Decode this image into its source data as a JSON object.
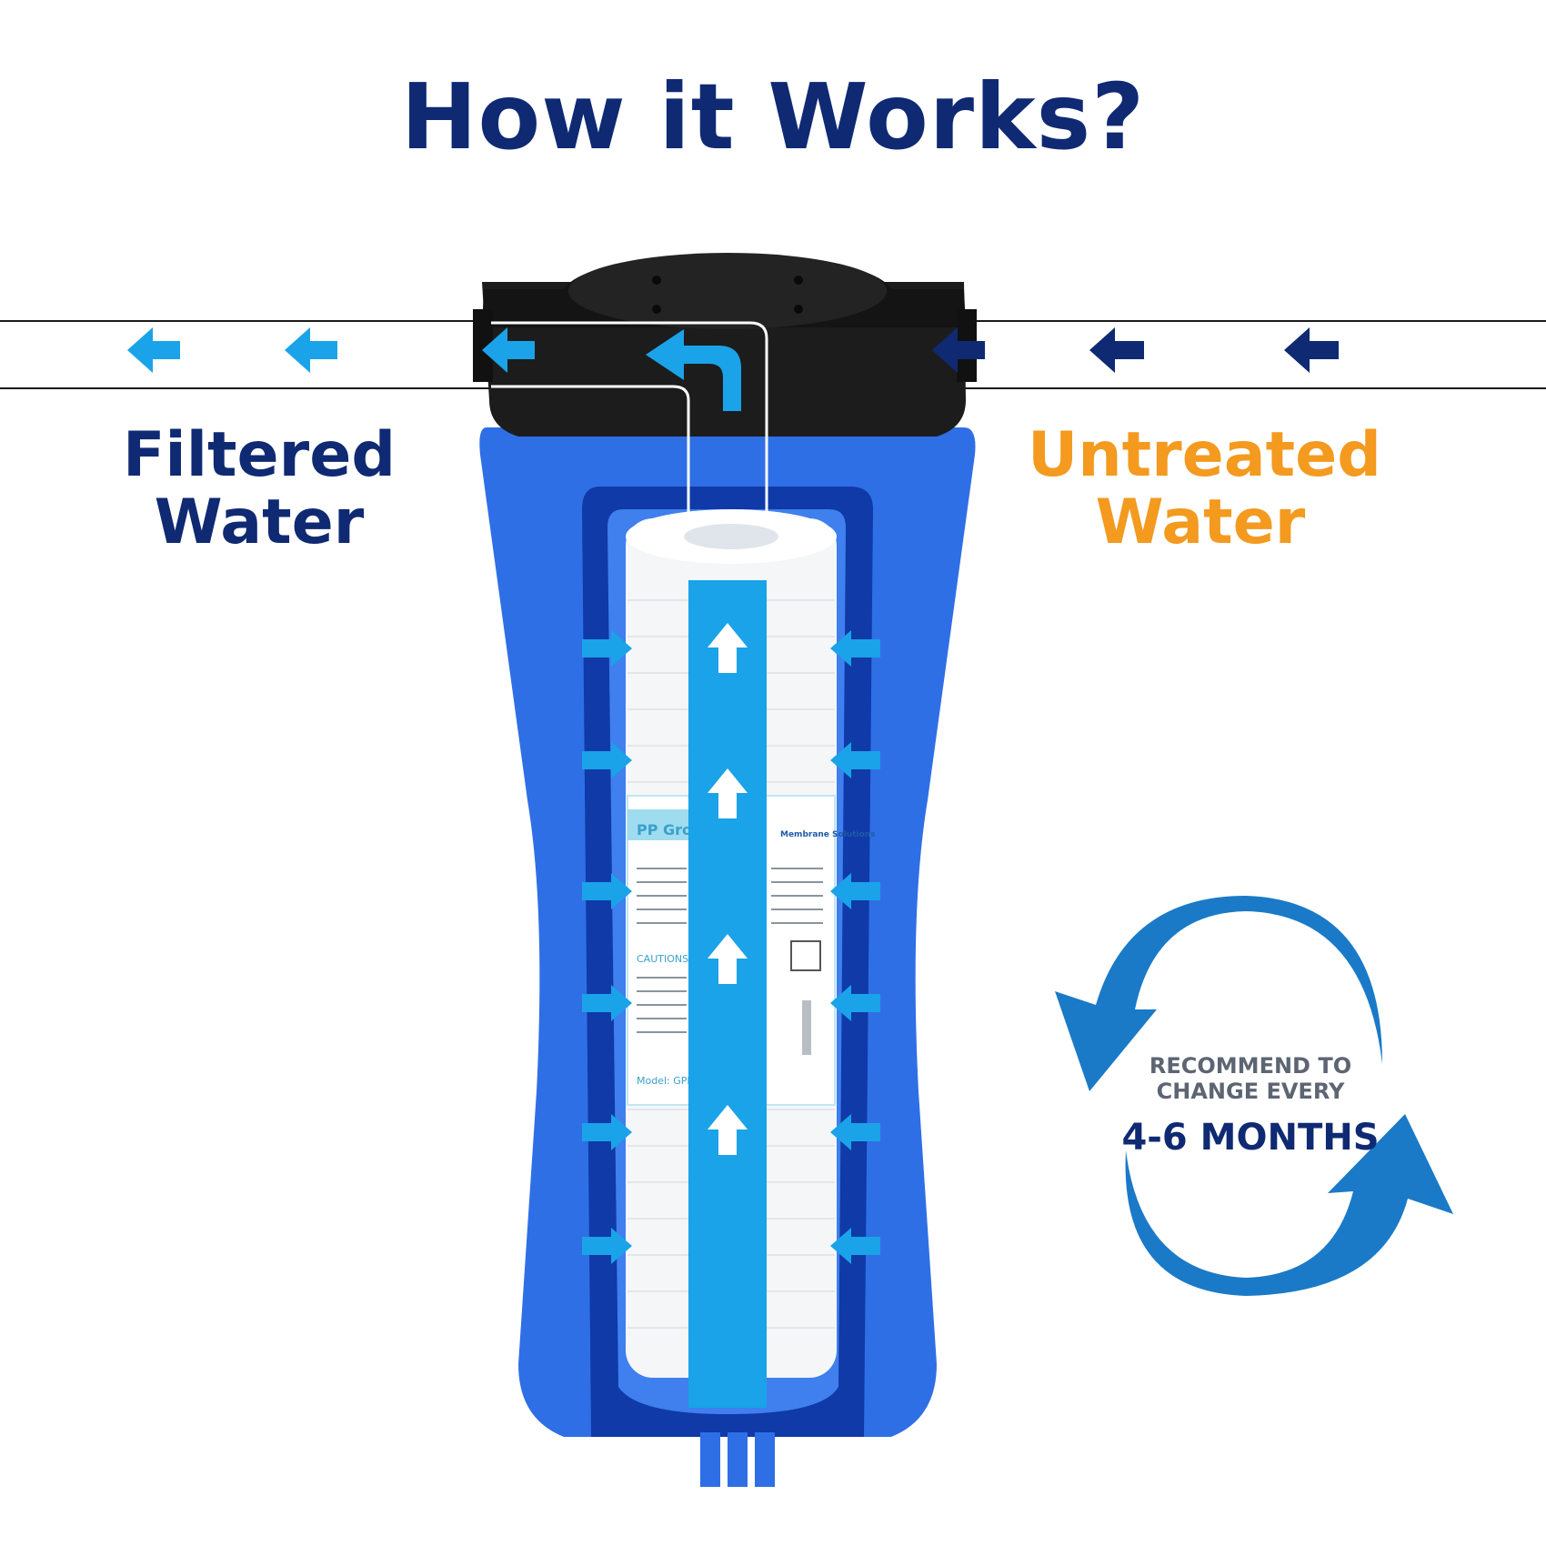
{
  "title": "How it Works?",
  "outlet_label": {
    "line1": "Filtered",
    "line2": "Water"
  },
  "inlet_label": {
    "line1": "Untreated",
    "line2": "Water"
  },
  "cycle": {
    "line1": "RECOMMEND TO",
    "line2": "CHANGE EVERY",
    "interval": "4-6 MONTHS"
  },
  "cartridge": {
    "brand": "Membrane Solutions",
    "heading": "PP Gro",
    "caution": "CAUTIONS",
    "model": "Model: GPP"
  },
  "colors": {
    "title": "#0f2a73",
    "filtered": "#0f2a73",
    "untreated": "#f39a1f",
    "housing": "#2f6fe6",
    "housing_dark": "#0f3aa8",
    "flow_light": "#1aa3e8",
    "flow_dark": "#0f2a73",
    "cap": "#1c1c1c",
    "cycle_arrow": "#1a7ac7"
  }
}
